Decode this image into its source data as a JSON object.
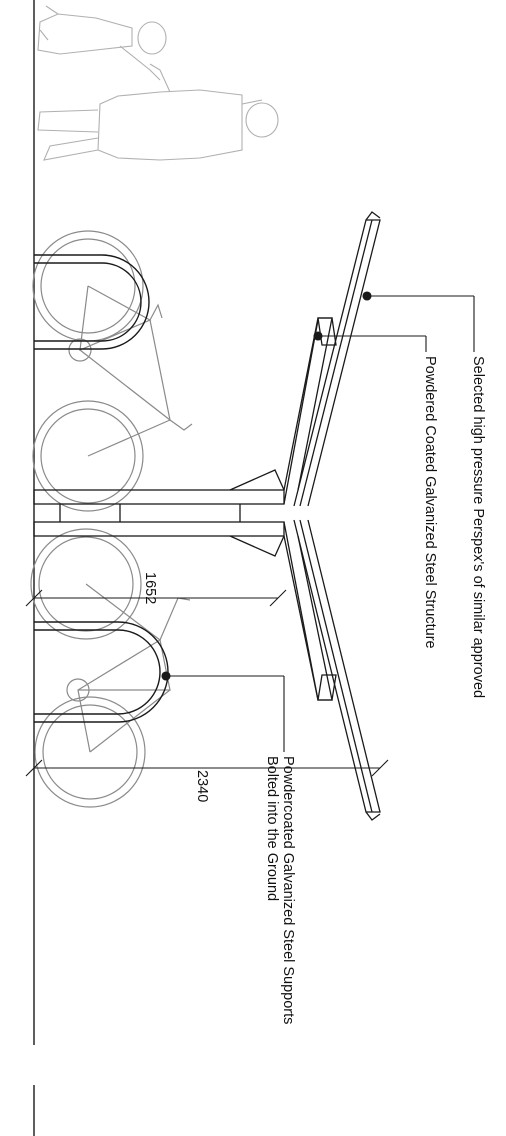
{
  "annotations": {
    "perspex": "Selected high pressure Perspex's of similar approved",
    "structure": "Powdered Coated Galvanized Steel Structure",
    "supports_line1": "Powdercoated Galvanized Steel Supports",
    "supports_line2": "Bolted into the Ground"
  },
  "dimensions": {
    "clear_height": "1652",
    "total_height": "2340"
  },
  "colors": {
    "ink": "#1a1a1a",
    "figure": "#8a8a8a"
  }
}
